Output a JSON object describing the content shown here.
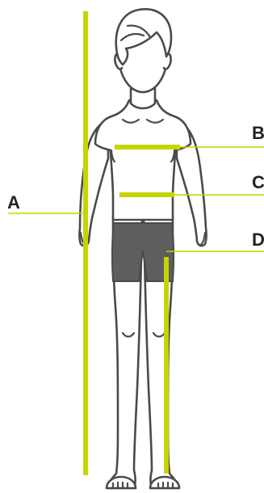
{
  "colors": {
    "measurement": "#c6d400",
    "outline": "#4a4a4a",
    "shorts": "#5e5e5e",
    "label": "#222222"
  },
  "figure": {
    "icon": "child-body-outline-icon"
  },
  "measurements": [
    {
      "id": "A",
      "label": "A"
    },
    {
      "id": "B",
      "label": "B"
    },
    {
      "id": "C",
      "label": "C"
    },
    {
      "id": "D",
      "label": "D"
    }
  ]
}
